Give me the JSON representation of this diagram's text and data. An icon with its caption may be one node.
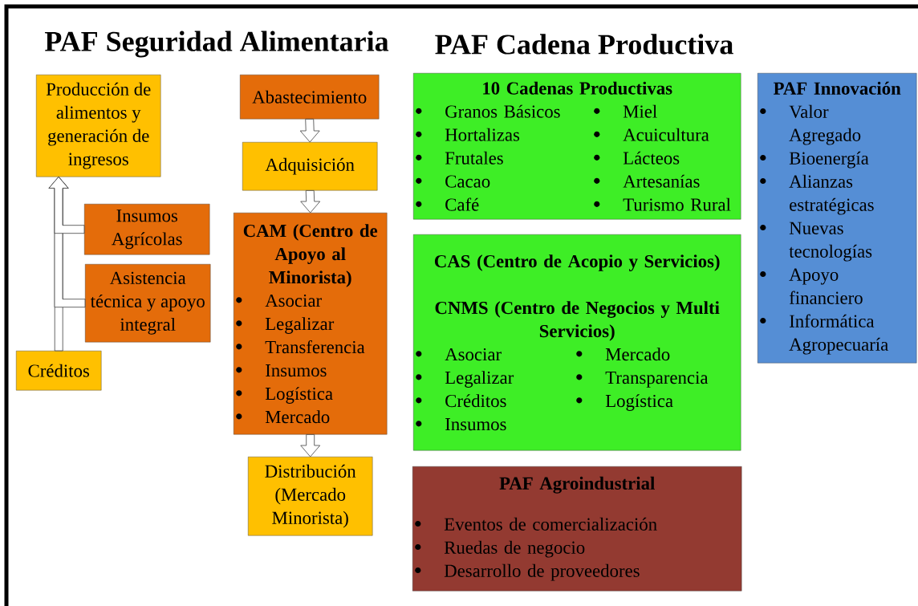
{
  "diagram": {
    "nodes": [
      {
        "text": [
          "Producción de alimentos y generación de ingresos"
        ]
      },
      {
        "text": [
          "Insumos Agrícolas"
        ]
      },
      {
        "text": [
          "Asistencia técnica y apoyo integral"
        ]
      },
      {
        "text": [
          "Créditos"
        ]
      },
      {
        "text": [
          "Abastecimiento"
        ]
      },
      {
        "text": [
          "Adquisición"
        ]
      },
      {
        "text": [
          "CAM (Centro de Apoyo al Minorista)",
          "Asociar",
          "Legalizar",
          "Transferencia",
          "Insumos",
          "Logística",
          "Mercado"
        ]
      },
      {
        "text": [
          "Distribución (Mercado Minorista)"
        ]
      },
      {
        "text": [
          "10 Cadenas Productivas",
          "Granos Básicos",
          "Hortalizas",
          "Frutales",
          "Cacao",
          "Café",
          "Miel",
          "Acuicultura",
          "Lácteos",
          "Artesanías",
          "Turismo Rural"
        ]
      },
      {
        "text": [
          "CAS (Centro de Acopio y Servicios)",
          "CNMS (Centro de Negocios y Multi Servicios)",
          "Asociar",
          "Legalizar",
          "Créditos",
          "Insumos",
          "Mercado",
          "Transparencia",
          "Logística"
        ]
      },
      {
        "text": [
          "PAF Agroindustrial",
          "Eventos de comercialización",
          "Ruedas de negocio",
          "Desarrollo de proveedores"
        ]
      },
      {
        "text": [
          "PAF Innovación",
          "Valor Agregado",
          "Bioenergía",
          "Alianzas estratégicas",
          "Nuevas tecnologías",
          "Apoyo financiero",
          "Informática Agropecuaría"
        ]
      }
    ],
    "edges": [
      {
        "from": 3,
        "to": 0,
        "arrow": "to"
      },
      {
        "from": 1,
        "to": 0,
        "arrow": "to"
      },
      {
        "from": 2,
        "to": 0,
        "arrow": "to"
      },
      {
        "from": 4,
        "to": 5,
        "arrow": "to"
      },
      {
        "from": 5,
        "to": 6,
        "arrow": "to"
      },
      {
        "from": 6,
        "to": 7,
        "arrow": "to"
      }
    ],
    "labels": [
      "PAF Seguridad Alimentaria",
      "PAF Cadena Productiva"
    ]
  }
}
